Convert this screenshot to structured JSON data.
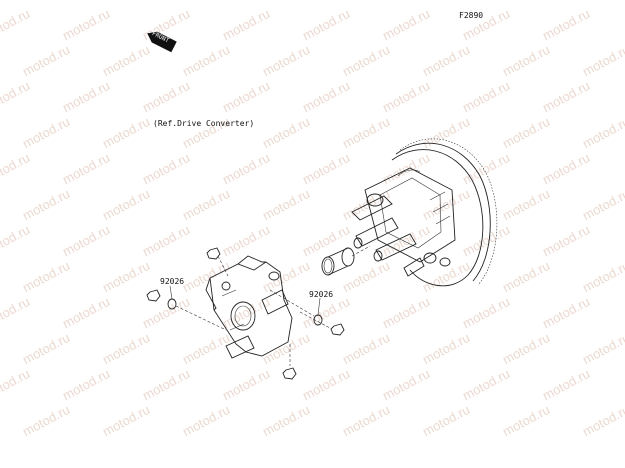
{
  "diagram": {
    "code": "F2890",
    "front_label": "FRONT",
    "ref_note": "(Ref.Drive Converter)",
    "part_labels": [
      "92026",
      "92026"
    ],
    "watermark_text": "motod.ru"
  }
}
